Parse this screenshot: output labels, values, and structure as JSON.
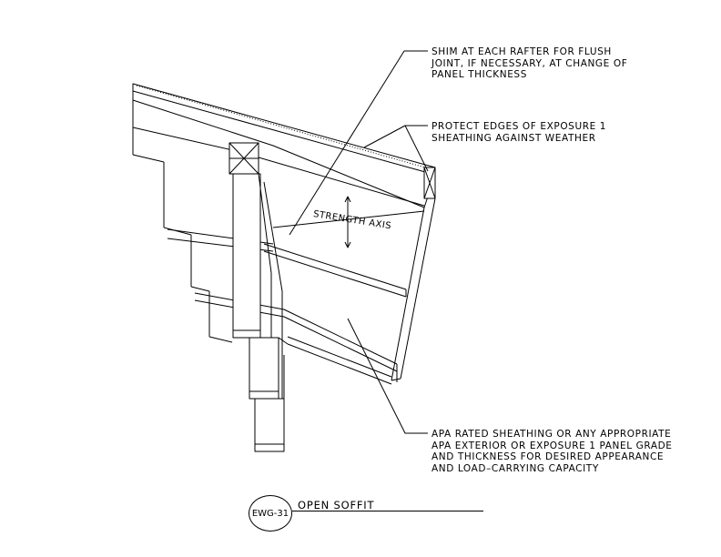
{
  "notes": {
    "shim": [
      "SHIM AT EACH RAFTER FOR FLUSH",
      "JOINT, IF NECESSARY, AT CHANGE OF",
      "PANEL THICKNESS"
    ],
    "protect": [
      "PROTECT EDGES OF EXPOSURE 1",
      "SHEATHING AGAINST WEATHER"
    ],
    "apa": [
      "APA RATED SHEATHING OR ANY APPROPRIATE",
      "APA EXTERIOR OR EXPOSURE 1 PANEL GRADE",
      "AND THICKNESS FOR DESIRED APPEARANCE",
      "AND LOAD–CARRYING CAPACITY"
    ]
  },
  "axis_label": "STRENGTH AXIS",
  "title": {
    "bubble": "EWG-31",
    "text": "OPEN SOFFIT"
  }
}
